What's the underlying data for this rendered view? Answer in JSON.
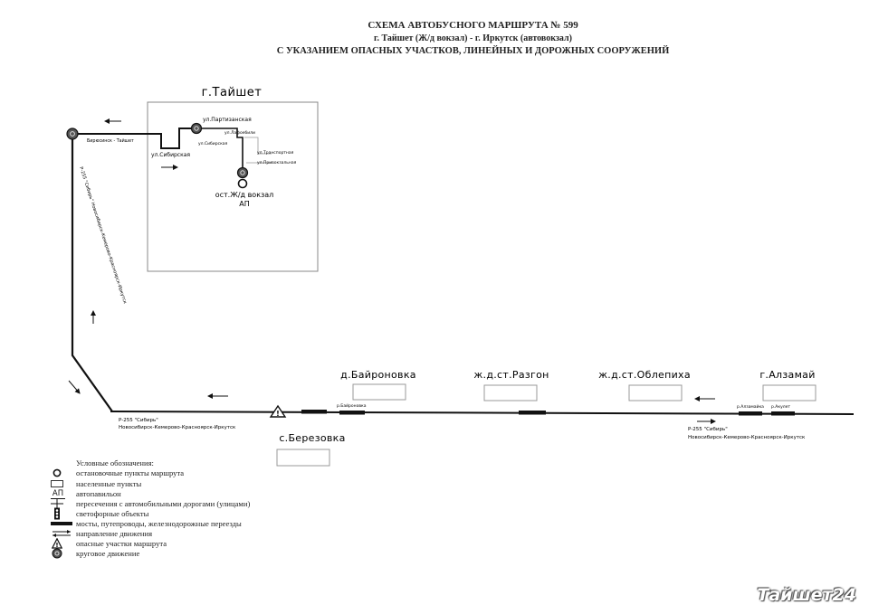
{
  "title": {
    "line1": "СХЕМА АВТОБУСНОГО МАРШРУТА № 599",
    "line2": "г. Тайшет (Ж/д вокзал) - г. Иркутск (автовокзал)",
    "line3": "С УКАЗАНИЕМ ОПАСНЫХ УЧАСТКОВ, ЛИНЕЙНЫХ И ДОРОЖНЫХ СООРУЖЕНИЙ"
  },
  "city_inset": {
    "name": "г.Тайшет",
    "streets": {
      "partizanskaya": "ул.Партизанская",
      "lazo": "ул.Лафоебили",
      "sibirskaya_upper": "ул.Сибирская",
      "sibirskaya": "ул.Сибирская",
      "transportnaya": "ул.Транспортная",
      "privokzalnaya": "ул.Привокзальная"
    },
    "station_label": "ост.Ж/д вокзал",
    "station_badge": "АП"
  },
  "highway_left": {
    "direction_label": "Бирюсинск - Тайшет",
    "vertical_label": "Р-255 \"Сибирь\" Новосибирск-Кемерово-Красноярск-Иркутск"
  },
  "main_road": {
    "label_line1": "Р-255 \"Сибирь\"",
    "label_line2": "Новосибирск-Кемерово-Красноярск-Иркутск",
    "right_label_line1": "Р-255 \"Сибирь\"",
    "right_label_line2": "Новосибирск-Кемерово-Красноярск-Иркутск"
  },
  "settlements": [
    {
      "name": "д.Байроновка"
    },
    {
      "name": "ж.д.ст.Разгон"
    },
    {
      "name": "ж.д.ст.Облепиха"
    },
    {
      "name": "г.Алзамай"
    },
    {
      "name": "с.Березовка"
    }
  ],
  "rivers": {
    "bayronovka": "р.Байроновка",
    "alzamaika": "р.Алзамайка",
    "akulet": "р.Акулет"
  },
  "legend": {
    "title": "Условные обозначения:",
    "items": [
      {
        "icon": "stop-circle",
        "text": "остановочные пункты маршрута"
      },
      {
        "icon": "settlement-box",
        "text": "населенные пункты"
      },
      {
        "icon": "pavilion-badge",
        "badge": "АП",
        "text": "автопавильон"
      },
      {
        "icon": "road-crossing",
        "text": "пересечения с автомобильными дорогами (улицами)"
      },
      {
        "icon": "traffic-light",
        "text": "светофорные объекты"
      },
      {
        "icon": "bridge-bar",
        "text": "мосты, путепроводы, железнодорожные переезды"
      },
      {
        "icon": "direction-arrows",
        "text": "направление движения"
      },
      {
        "icon": "warning-triangle",
        "text": "опасные участки маршрута"
      },
      {
        "icon": "roundabout",
        "text": "круговое движение"
      }
    ]
  },
  "watermark": "Тайшет24",
  "colors": {
    "ink": "#111111",
    "frame": "#888888",
    "background": "#ffffff"
  }
}
